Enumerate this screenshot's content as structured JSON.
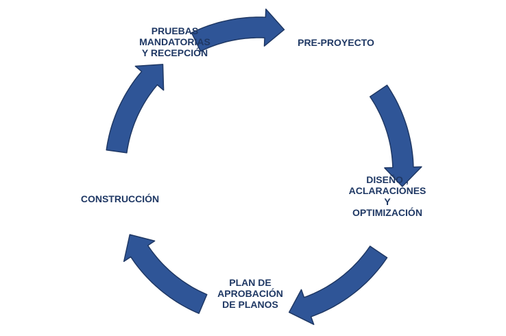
{
  "diagram": {
    "steps": [
      {
        "label": "PRE-PROYECTO"
      },
      {
        "label": "DISEÑO ,\nACLARACIONES\nY\nOPTIMIZACIÓN"
      },
      {
        "label": "PLAN DE\nAPROBACIÓN\nDE PLANOS"
      },
      {
        "label": "CONSTRUCCIÓN"
      },
      {
        "label": "PRUEBAS\nMANDATORIAS\nY RECEPCIÓN"
      }
    ],
    "arrow_count": 5
  },
  "colors": {
    "arrow_fill": "#2f5597",
    "arrow_stroke": "#1f3864",
    "text": "#1f3864"
  }
}
